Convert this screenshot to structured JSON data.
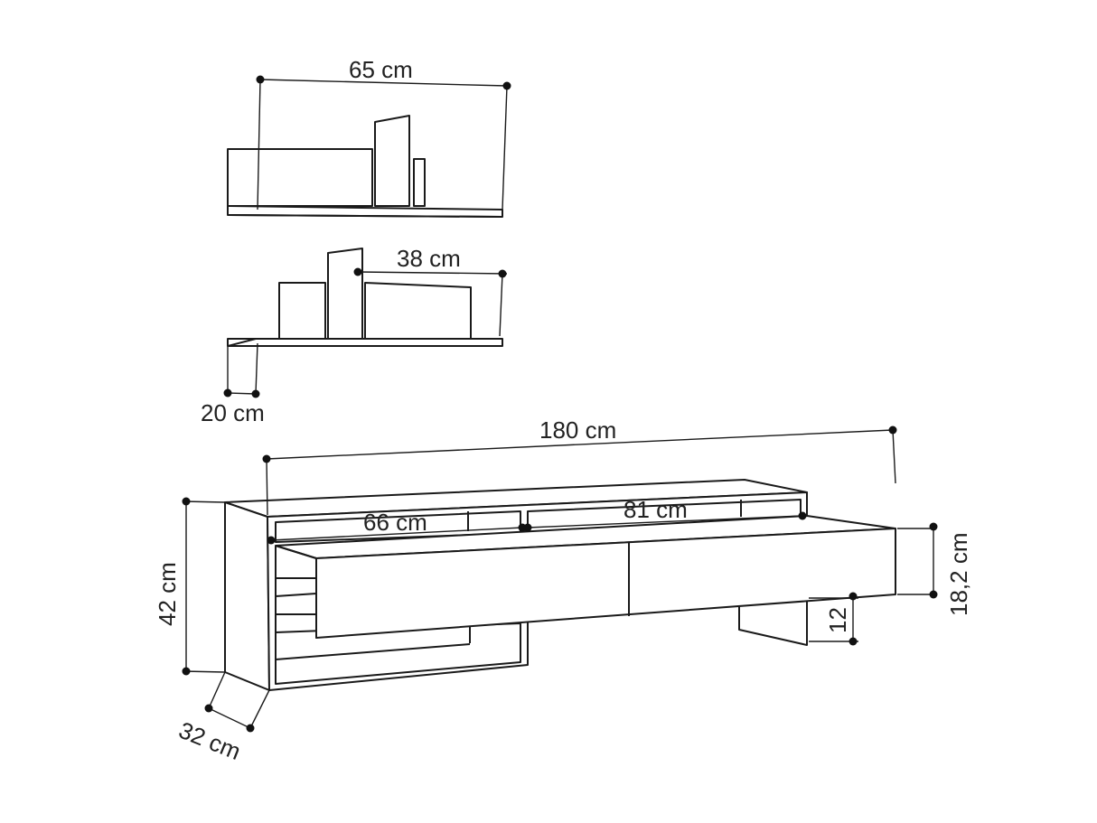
{
  "dimensions": {
    "top_shelf_width": "65 cm",
    "middle_shelf_width": "38 cm",
    "shelf_depth": "20 cm",
    "unit_width": "180 cm",
    "left_compartment_width": "66 cm",
    "right_compartment_width": "81 cm",
    "unit_height": "42 cm",
    "drawer_height": "18,2 cm",
    "foot_height": "12",
    "unit_depth": "32 cm"
  }
}
